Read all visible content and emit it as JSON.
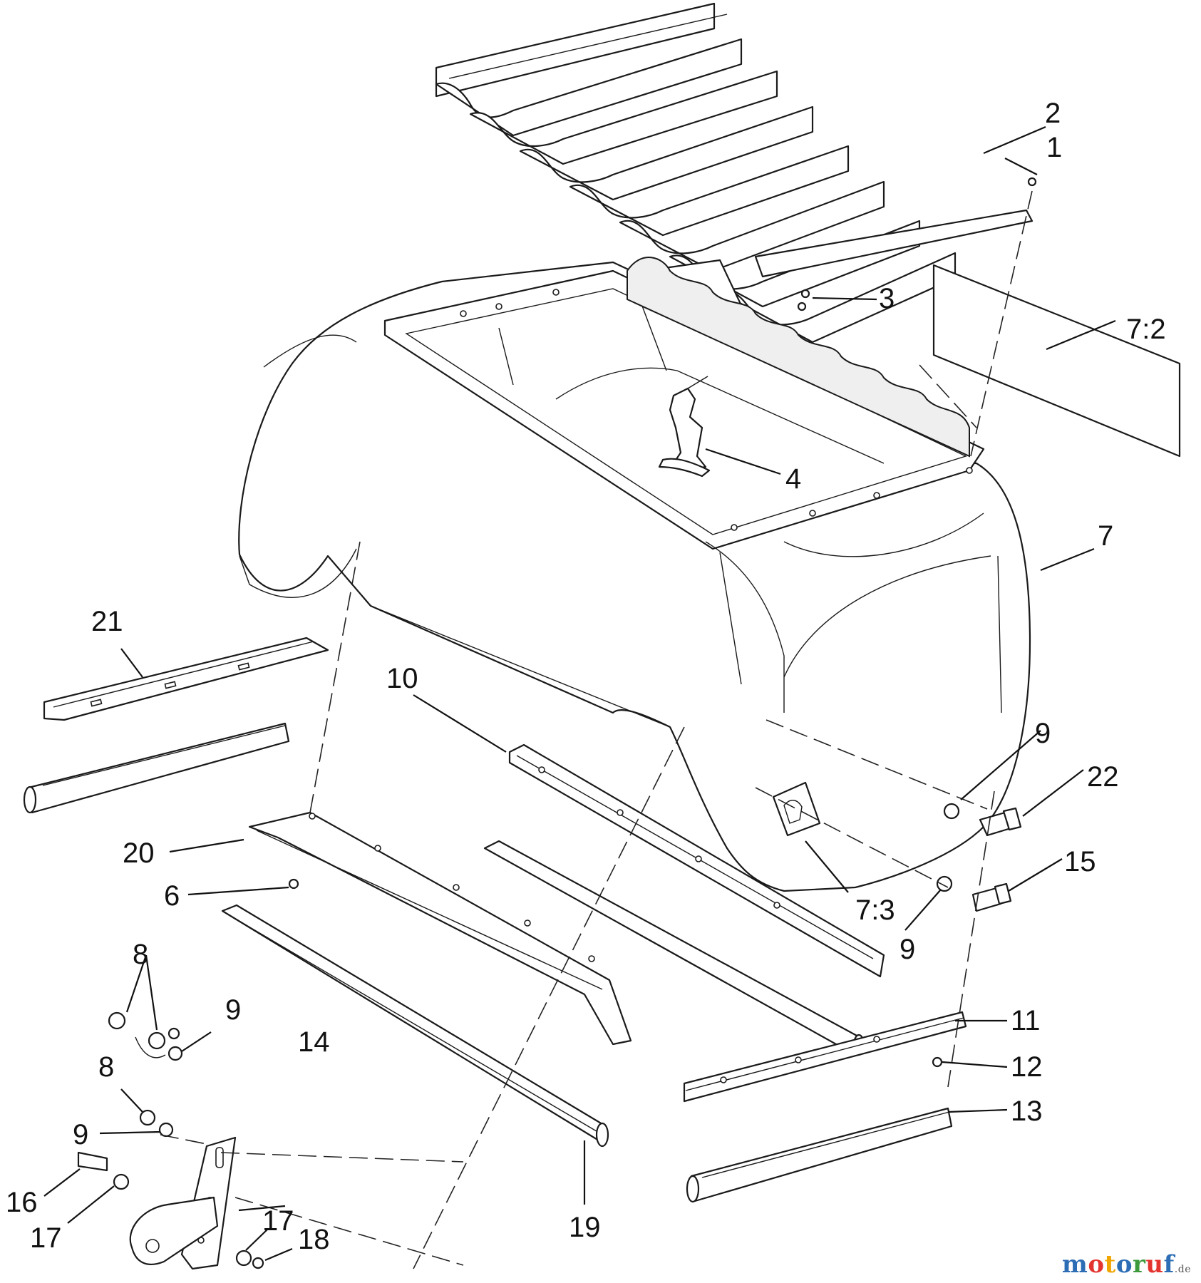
{
  "callouts": [
    {
      "id": "1",
      "text": "1"
    },
    {
      "id": "2",
      "text": "2"
    },
    {
      "id": "3",
      "text": "3"
    },
    {
      "id": "4",
      "text": "4"
    },
    {
      "id": "7-2",
      "text": "7:2"
    },
    {
      "id": "7",
      "text": "7"
    },
    {
      "id": "21",
      "text": "21"
    },
    {
      "id": "10",
      "text": "10"
    },
    {
      "id": "9-a",
      "text": "9"
    },
    {
      "id": "22",
      "text": "22"
    },
    {
      "id": "20",
      "text": "20"
    },
    {
      "id": "15",
      "text": "15"
    },
    {
      "id": "6",
      "text": "6"
    },
    {
      "id": "7-3",
      "text": "7:3"
    },
    {
      "id": "9-b",
      "text": "9"
    },
    {
      "id": "8-a",
      "text": "8"
    },
    {
      "id": "9-c",
      "text": "9"
    },
    {
      "id": "14",
      "text": "14"
    },
    {
      "id": "11",
      "text": "11"
    },
    {
      "id": "12",
      "text": "12"
    },
    {
      "id": "8-b",
      "text": "8"
    },
    {
      "id": "13",
      "text": "13"
    },
    {
      "id": "9-d",
      "text": "9"
    },
    {
      "id": "16",
      "text": "16"
    },
    {
      "id": "19",
      "text": "19"
    },
    {
      "id": "17-a",
      "text": "17"
    },
    {
      "id": "17-b",
      "text": "17"
    },
    {
      "id": "18",
      "text": "18"
    }
  ],
  "watermark": {
    "letters": [
      "m",
      "o",
      "t",
      "o",
      "r",
      "u",
      "f"
    ],
    "letter_colors": [
      "#2d6db5",
      "#e3342f",
      "#f0a500",
      "#2d6db5",
      "#3c9a3c",
      "#e3342f",
      "#2d6db5"
    ],
    "suffix": ".de"
  }
}
